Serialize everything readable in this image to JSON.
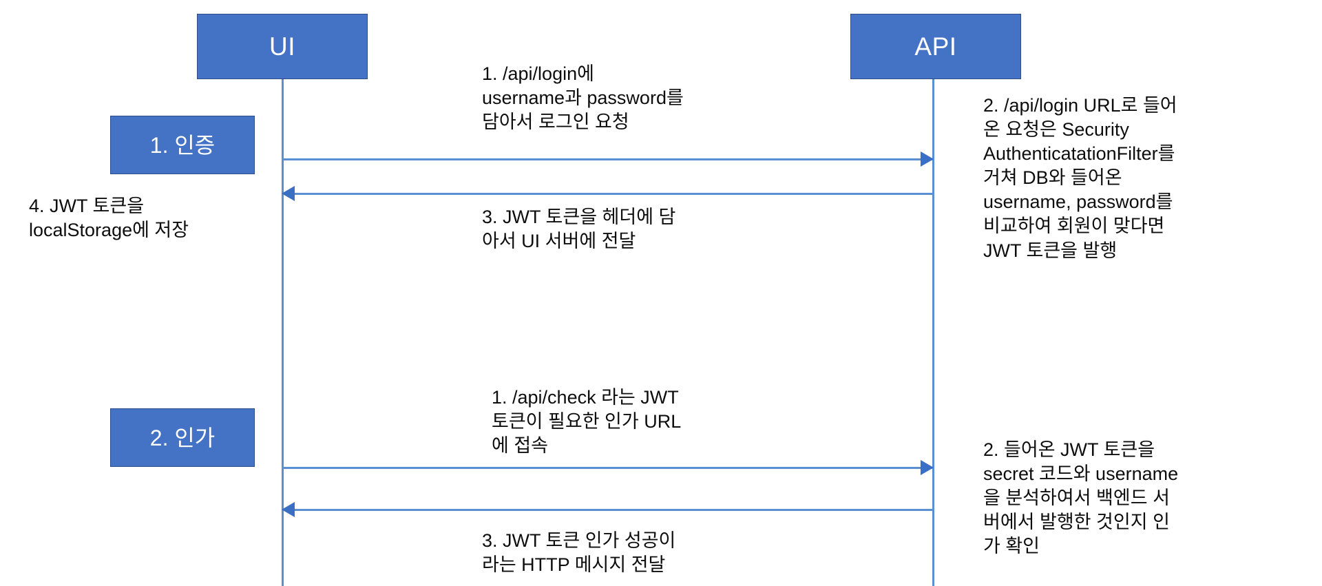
{
  "diagram": {
    "type": "sequence-diagram",
    "actors": [
      {
        "id": "ui",
        "label": "UI"
      },
      {
        "id": "api",
        "label": "API"
      }
    ],
    "phases": [
      {
        "id": "auth",
        "label": "1. 인증"
      },
      {
        "id": "authz",
        "label": "2. 인가"
      }
    ],
    "notes": {
      "left_store": "4. JWT 토큰을\nlocalStorage에 저장",
      "auth_request": "1. /api/login에\nusername과 password를\n담아서 로그인 요청",
      "auth_response": "3. JWT 토큰을 헤더에 담\n아서 UI 서버에 전달",
      "auth_api_detail": "2. /api/login URL로 들어\n온 요청은 Security\nAuthenticatationFilter를\n거쳐 DB와 들어온\nusername, password를\n비교하여 회원이 맞다면\nJWT 토큰을 발행",
      "authz_request": "1. /api/check 라는 JWT\n토큰이 필요한 인가 URL\n에 접속",
      "authz_response": "3. JWT 토큰 인가 성공이\n라는 HTTP 메시지 전달",
      "authz_api_detail": "2. 들어온 JWT 토큰을\nsecret 코드와 username\n을 분석하여서 백엔드 서\n버에서 발행한 것인지 인\n가 확인"
    },
    "colors": {
      "box_fill": "#4472C4",
      "box_border": "#2C4C87",
      "lifeline": "#5B8FD4",
      "arrow_head": "#3A6FC4",
      "box_text": "#FFFFFF",
      "note_text": "#0D0D0D",
      "background": "#FFFFFF"
    }
  }
}
